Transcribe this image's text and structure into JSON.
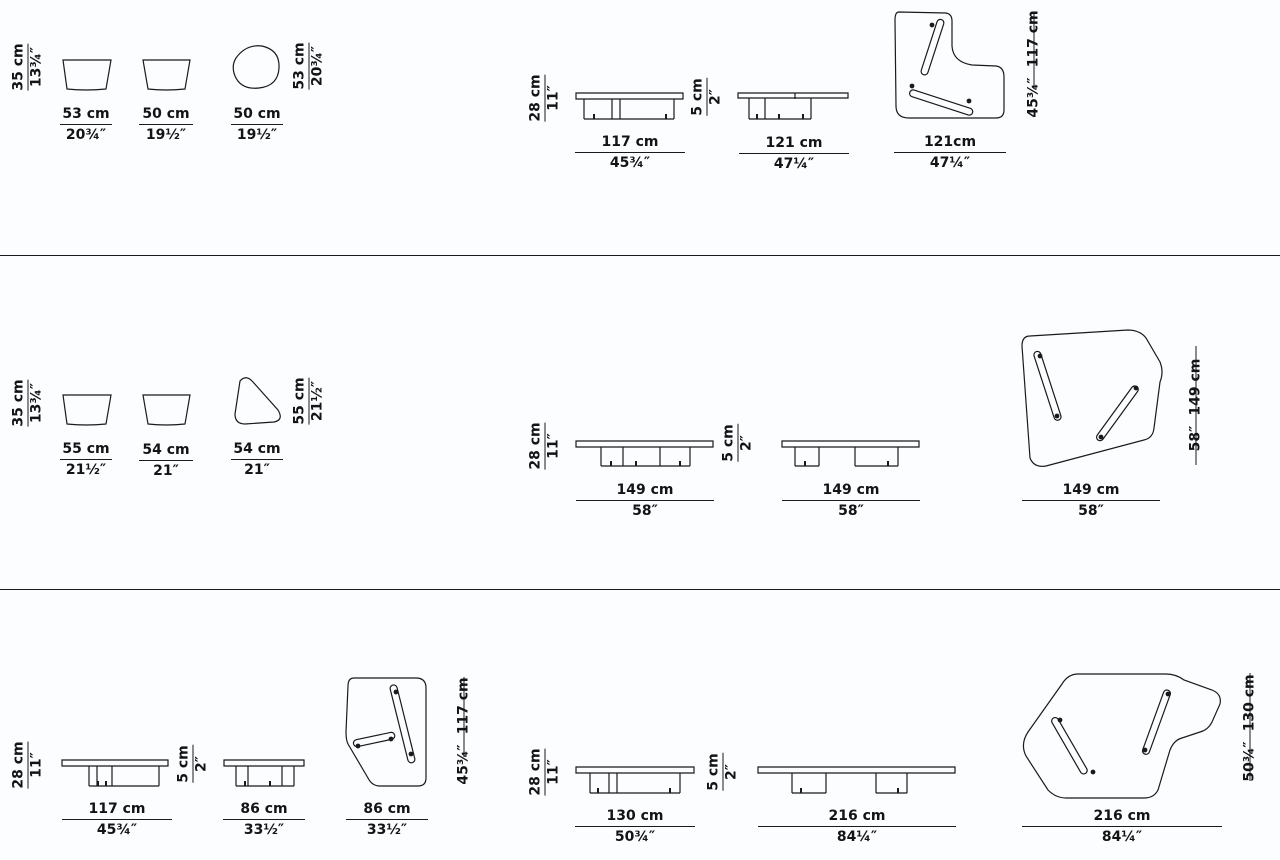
{
  "sections": [
    {
      "dims": {
        "h_stool": [
          "35 cm",
          "13¾″"
        ],
        "w1": [
          "53 cm",
          "20¾″"
        ],
        "w2": [
          "50 cm",
          "19½″"
        ],
        "w3": [
          "50 cm",
          "19½″"
        ],
        "h_top": [
          "53 cm",
          "20¾″"
        ],
        "h_table": [
          "28 cm",
          "11″"
        ],
        "t_top": [
          "5 cm",
          "2″"
        ],
        "w4": [
          "117 cm",
          "45¾″"
        ],
        "w5": [
          "121 cm",
          "47¼″"
        ],
        "w6": [
          "121cm",
          "47¼″"
        ],
        "h_plan": [
          "117 cm",
          "45¾″"
        ]
      }
    },
    {
      "dims": {
        "h_stool": [
          "35 cm",
          "13¾″"
        ],
        "w1": [
          "55 cm",
          "21½″"
        ],
        "w2": [
          "54 cm",
          "21″"
        ],
        "w3": [
          "54 cm",
          "21″"
        ],
        "h_top": [
          "55 cm",
          "21½″"
        ],
        "h_table": [
          "28 cm",
          "11″"
        ],
        "t_top": [
          "5 cm",
          "2″"
        ],
        "w4": [
          "149 cm",
          "58″"
        ],
        "w5": [
          "149 cm",
          "58″"
        ],
        "w6": [
          "149 cm",
          "58″"
        ],
        "h_plan": [
          "149 cm",
          "58″"
        ]
      }
    },
    {
      "dims": {
        "h_table_a": [
          "28 cm",
          "11″"
        ],
        "t_top_a": [
          "5 cm",
          "2″"
        ],
        "w1": [
          "117 cm",
          "45¾″"
        ],
        "w2": [
          "86 cm",
          "33½″"
        ],
        "w3": [
          "86 cm",
          "33½″"
        ],
        "h_plan_a": [
          "117 cm",
          "45¾″"
        ],
        "h_table_b": [
          "28 cm",
          "11″"
        ],
        "t_top_b": [
          "5 cm",
          "2″"
        ],
        "w4": [
          "130 cm",
          "50¾″"
        ],
        "w5": [
          "216 cm",
          "84¼″"
        ],
        "w6": [
          "216 cm",
          "84¼″"
        ],
        "h_plan_b": [
          "130 cm",
          "50¾″"
        ]
      }
    }
  ]
}
